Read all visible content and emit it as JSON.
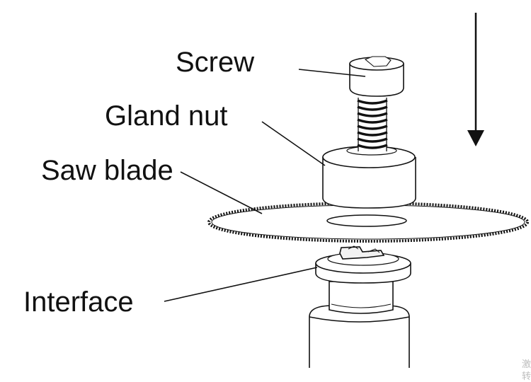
{
  "labels": {
    "screw": "Screw",
    "gland_nut": "Gland nut",
    "saw_blade": "Saw blade",
    "interface": "Interface"
  },
  "watermark": [
    "激",
    "转"
  ],
  "colors": {
    "line": "#111111",
    "background": "#ffffff",
    "watermark": "#bdbdbd"
  }
}
